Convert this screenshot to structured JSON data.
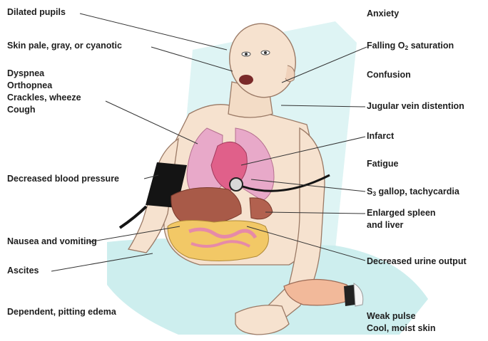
{
  "left_labels": {
    "dilated_pupils": "Dilated pupils",
    "skin_pale": "Skin pale, gray, or cyanotic",
    "dyspnea": "Dyspnea",
    "orthopnea": "Orthopnea",
    "crackles": "Crackles, wheeze",
    "cough": "Cough",
    "decreased_bp": "Decreased blood pressure",
    "nausea": "Nausea and vomiting",
    "ascites": "Ascites",
    "edema": "Dependent, pitting edema"
  },
  "right_labels": {
    "anxiety": "Anxiety",
    "o2_prefix": "Falling O",
    "o2_sub": "2",
    "o2_suffix": " saturation",
    "confusion": "Confusion",
    "jvd": "Jugular vein distention",
    "infarct": "Infarct",
    "fatigue": "Fatigue",
    "s3_prefix": "S",
    "s3_sub": "3",
    "s3_suffix": " gallop, tachycardia",
    "spleen_1": "Enlarged spleen",
    "spleen_2": "and liver",
    "urine": "Decreased urine output",
    "pulse": "Weak pulse",
    "skin_cool": "Cool, moist skin"
  },
  "colors": {
    "skin": "#f6e2cf",
    "lungs": "#e8a9c9",
    "heart": "#e0608a",
    "liver": "#a85a48",
    "intestine": "#f2c866",
    "bed": "#c8ecec",
    "leader_line": "#333333"
  }
}
